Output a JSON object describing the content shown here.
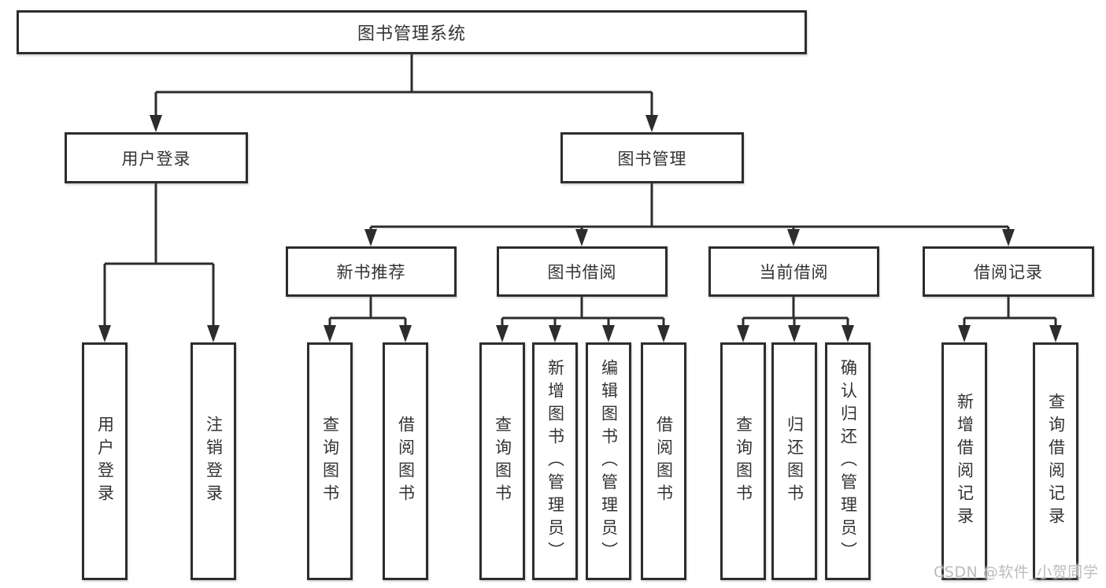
{
  "diagram": {
    "tree": {
      "root": {
        "label": "图书管理系统"
      },
      "branches": [
        {
          "label": "用户登录",
          "children": [
            {
              "label": "用户登录"
            },
            {
              "label": "注销登录"
            }
          ]
        },
        {
          "label": "图书管理",
          "children": [
            {
              "label": "新书推荐",
              "children": [
                {
                  "label": "查询图书"
                },
                {
                  "label": "借阅图书"
                }
              ]
            },
            {
              "label": "图书借阅",
              "children": [
                {
                  "label": "查询图书"
                },
                {
                  "label": "新增图书（管理员）"
                },
                {
                  "label": "编辑图书（管理员）"
                },
                {
                  "label": "借阅图书"
                }
              ]
            },
            {
              "label": "当前借阅",
              "children": [
                {
                  "label": "查询图书"
                },
                {
                  "label": "归还图书"
                },
                {
                  "label": "确认归还（管理员）"
                }
              ]
            },
            {
              "label": "借阅记录",
              "children": [
                {
                  "label": "新增借阅记录"
                },
                {
                  "label": "查询借阅记录"
                }
              ]
            }
          ]
        }
      ]
    },
    "watermark": "CSDN @软件_小贺同学",
    "colors": {
      "line": "#2d2d2d",
      "box_border": "#2d2d2d",
      "box_fill": "#ffffff",
      "text": "#333333",
      "watermark": "#bcbcbc"
    }
  }
}
